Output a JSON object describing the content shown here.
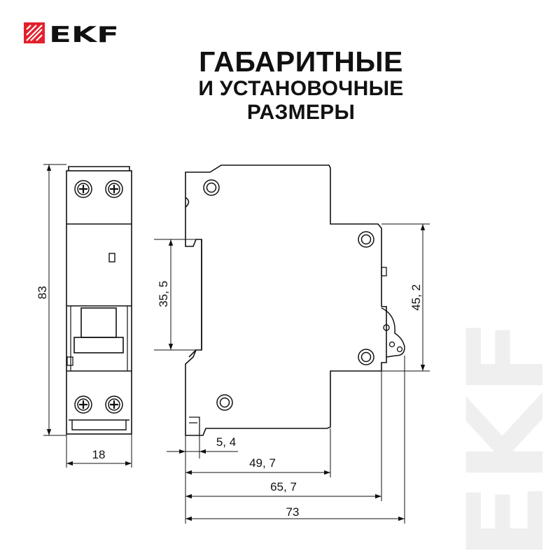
{
  "logo": {
    "text": "EKF",
    "accent_color": "#e3212b"
  },
  "title": {
    "line1": "ГАБАРИТНЫЕ",
    "line2": "И УСТАНОВОЧНЫЕ",
    "line3": "РАЗМЕРЫ"
  },
  "dimensions": {
    "height_front": "83",
    "width_front": "18",
    "rail_height": "35, 5",
    "body_height": "45, 2",
    "rail_offset": "5, 4",
    "depth_1": "49, 7",
    "depth_2": "65, 7",
    "depth_total": "73"
  },
  "watermark": {
    "text": "EKF",
    "color": "#eeeeee"
  }
}
